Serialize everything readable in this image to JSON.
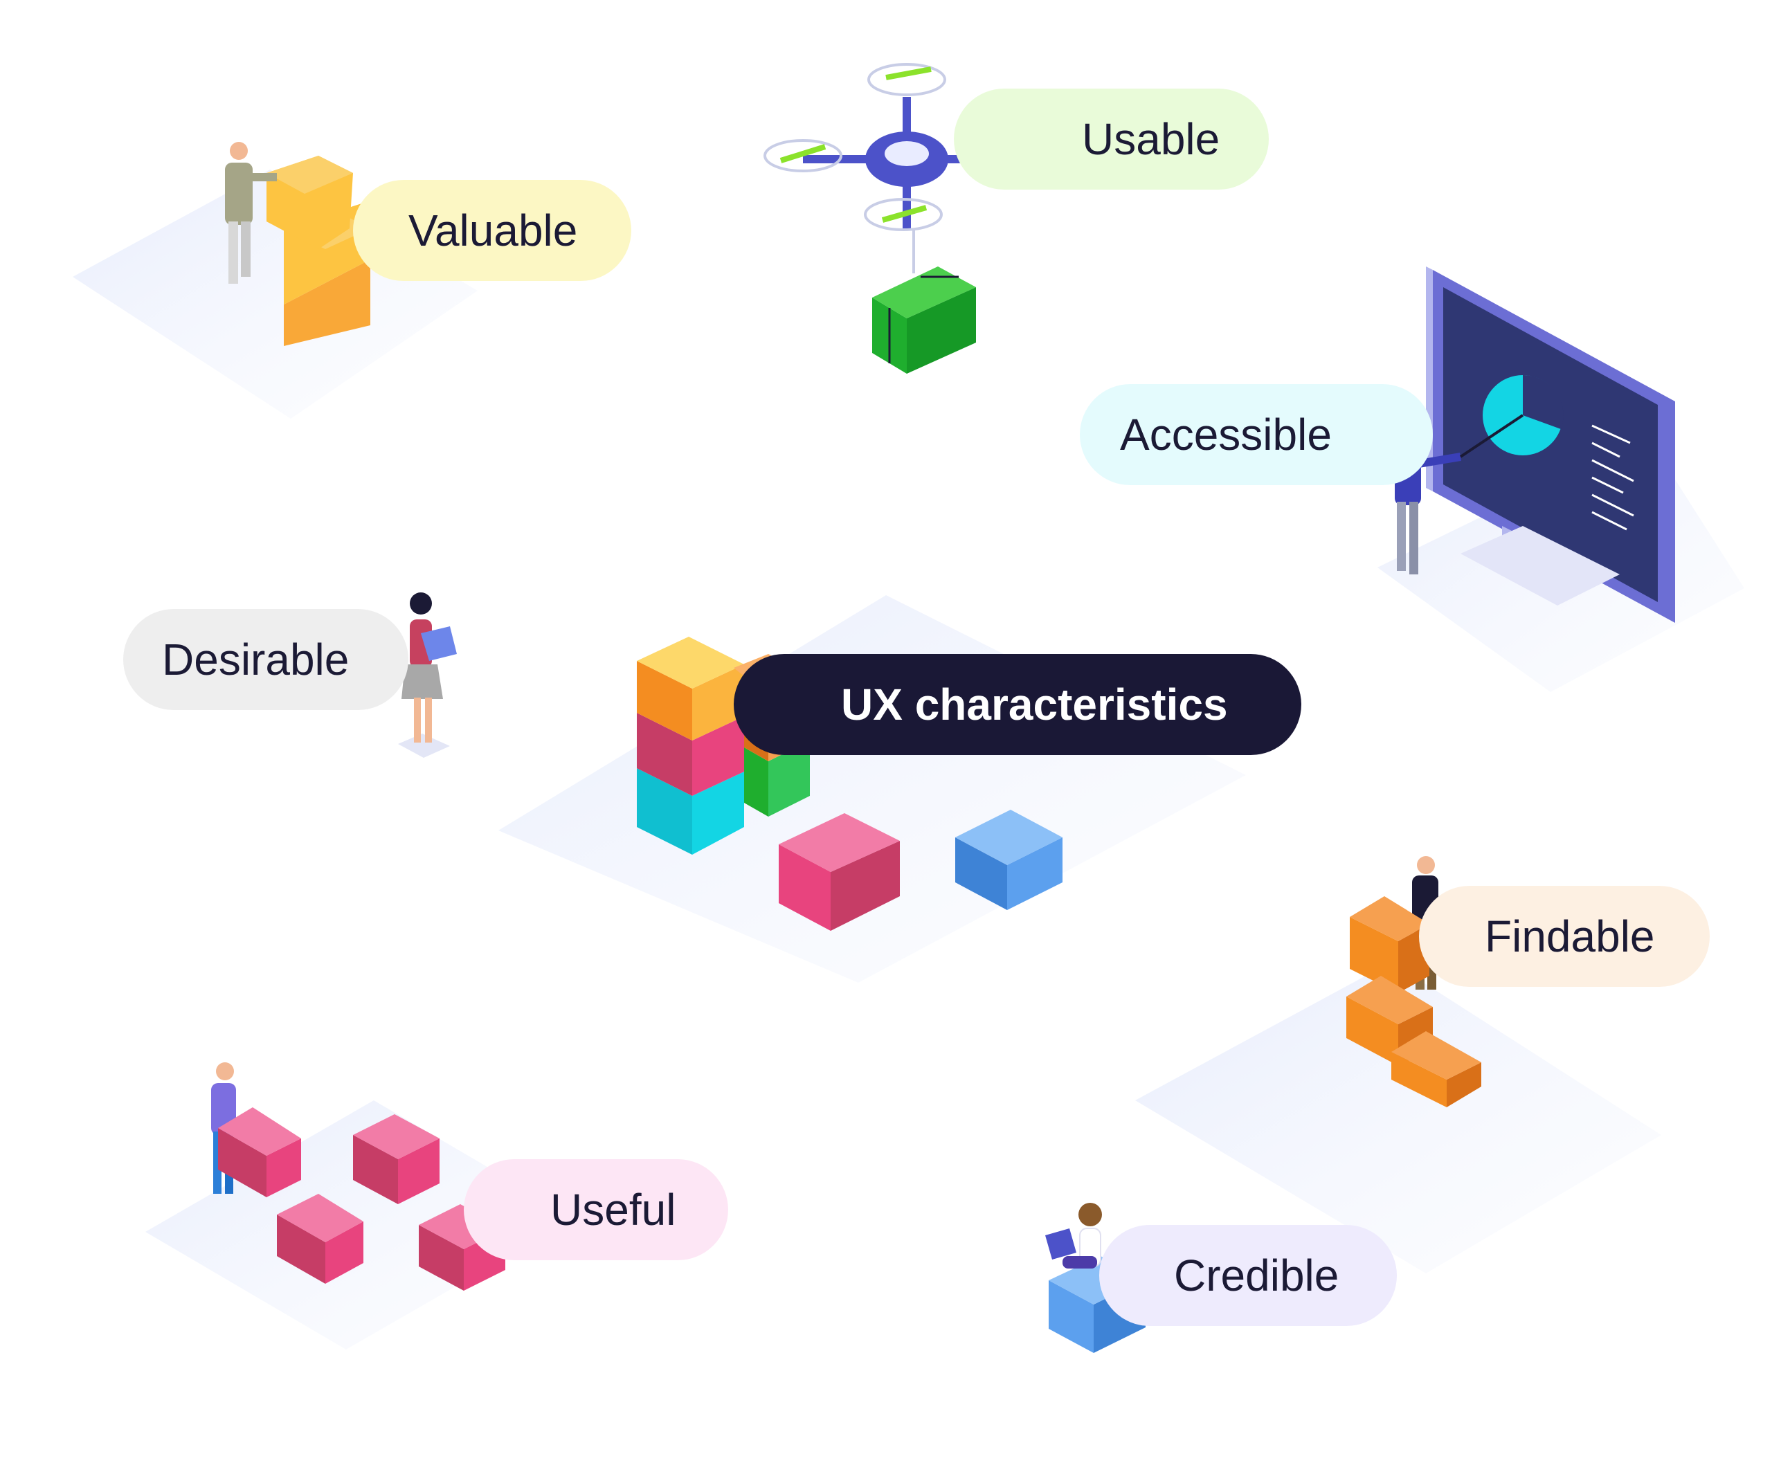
{
  "center": {
    "label": "UX characteristics",
    "color": "#1a1836"
  },
  "characteristics": [
    {
      "id": "usable",
      "label": "Usable",
      "color": "#e9fbd9"
    },
    {
      "id": "valuable",
      "label": "Valuable",
      "color": "#fcf7c4"
    },
    {
      "id": "accessible",
      "label": "Accessible",
      "color": "#e4fbfd"
    },
    {
      "id": "desirable",
      "label": "Desirable",
      "color": "#eeeeee"
    },
    {
      "id": "findable",
      "label": "Findable",
      "color": "#fdf0e2"
    },
    {
      "id": "useful",
      "label": "Useful",
      "color": "#fde6f5"
    },
    {
      "id": "credible",
      "label": "Credible",
      "color": "#eeebfd"
    }
  ],
  "brick_colors": {
    "yellow": "#fdc441",
    "green": "#1fae2e",
    "orange": "#f48d21",
    "pink": "#e8447e",
    "cyan": "#13d5e4",
    "blue": "#5ca0ee",
    "platform": "#eef2fd",
    "ink": "#1b1a35"
  }
}
